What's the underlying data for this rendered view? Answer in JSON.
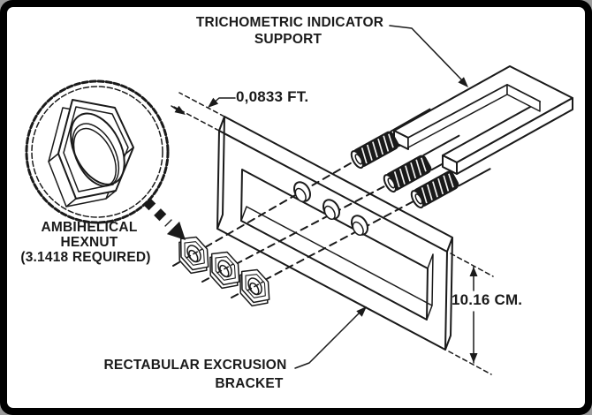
{
  "diagram": {
    "colors": {
      "ink": "#1a1a1a",
      "paper": "#ffffff",
      "frame": "#000000"
    },
    "labels": {
      "support_line1": "TRICHOMETRIC INDICATOR",
      "support_line2": "SUPPORT",
      "thickness_dim": "0,0833 FT.",
      "nut_line1": "AMBIHELICAL",
      "nut_line2": "HEXNUT",
      "nut_line3": "(3.1418 REQUIRED)",
      "height_dim": "10.16 CM.",
      "bracket_line1": "RECTABULAR EXCRUSION",
      "bracket_line2": "BRACKET"
    }
  }
}
